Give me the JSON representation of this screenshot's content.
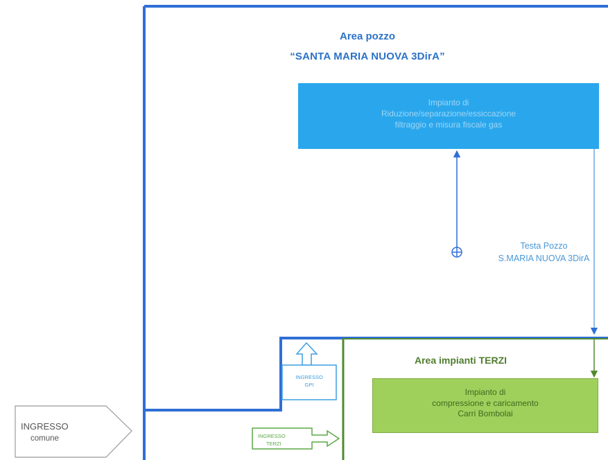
{
  "area_pozzo": {
    "title_line1": "Area pozzo",
    "title_line2": "“SANTA MARIA NUOVA 3DirA”"
  },
  "impianto_riduzione": {
    "line1": "Impianto di",
    "line2": "Riduzione/separazione/essiccazione",
    "line3": "filtraggio e misura fiscale gas"
  },
  "testa_pozzo": {
    "line1": "Testa Pozzo",
    "line2": "S.MARIA NUOVA 3DirA"
  },
  "area_terzi": {
    "title": "Area impianti TERZI"
  },
  "impianto_compressione": {
    "line1": "Impianto di",
    "line2": "compressione e caricamento",
    "line3": "Carri Bombolai"
  },
  "ingresso_comune": {
    "line1": "INGRESSO",
    "line2": "comune"
  },
  "ingresso_gpi": {
    "line1": "INGRESSO",
    "line2": "GPI"
  },
  "ingresso_terzi": {
    "line1": "INGRESSO",
    "line2": "TERZI"
  },
  "colors": {
    "boundary_blue": "#2f6fd6",
    "plant_blue": "#2aa7ec",
    "plant_green": "#9fd05c",
    "terzi_green": "#4f8a2f"
  }
}
